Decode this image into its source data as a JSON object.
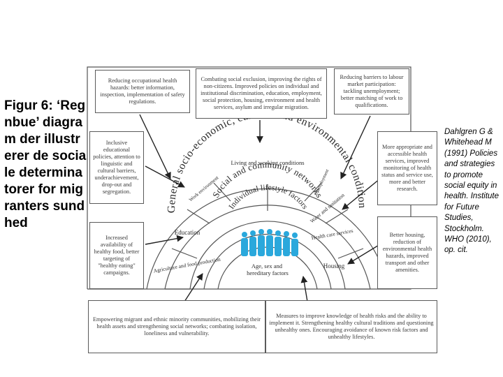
{
  "left_caption": "Figur 6: ‘Regnbue’ diagram der illustrerer de sociale determinatorer for migranters sundhed",
  "right_caption": "Dahlgren G & Whitehead M (1991) Policies and strategies to promote social equity in health. Institute for Future Studies, Stockholm. WHO (2010), op. cit.",
  "boxes": {
    "top_left": "Reducing occupational health hazards: better information, inspection, implementation of safety regulations.",
    "top_center": "Combating social exclusion, improving the rights of non-citizens. Improved policies on individual and institutional discrimination, education, employment, social protection, housing, environment and health services, asylum and irregular migration.",
    "top_right": "Reducing barriers to labour market participation: tackling unemployment; better matching of work to qualifications.",
    "left_upper": "Inclusive educational policies, attention to linguistic and cultural barriers, underachievement, drop-out and segregation.",
    "left_lower": "Increased availability of healthy food, better targeting of \"healthy eating\" campaigns.",
    "right_upper": "More appropriate and accessible health services, improved monitoring of health status and service use, more and better research.",
    "right_lower": "Better housing, reduction of environmental health hazards, improved transport and other amenities.",
    "bottom_left": "Empowering migrant and ethnic minority communities, mobilizing their health assets and strengthening social networks; combating isolation, loneliness and vulnerability.",
    "bottom_right": "Measures to improve knowledge of health risks and the ability to implement it. Strengthening healthy cultural traditions and questioning unhealthy ones. Encouraging avoidance of known risk factors and unhealthy lifestyles."
  },
  "arcs": {
    "outer": "General socio-economic, cultural and environmental conditions",
    "middle": "Social and community networks",
    "inner": "Individual lifestyle factors",
    "core": "Age, sex and hereditary factors"
  },
  "sectors": {
    "living_working": "Living and working conditions",
    "work_environment": "Work environment",
    "unemployment": "Unemployment",
    "education": "Education",
    "agriculture": "Agriculture and food production",
    "water": "Water and sanitation",
    "health_care": "Health care services",
    "housing": "Housing"
  }
}
